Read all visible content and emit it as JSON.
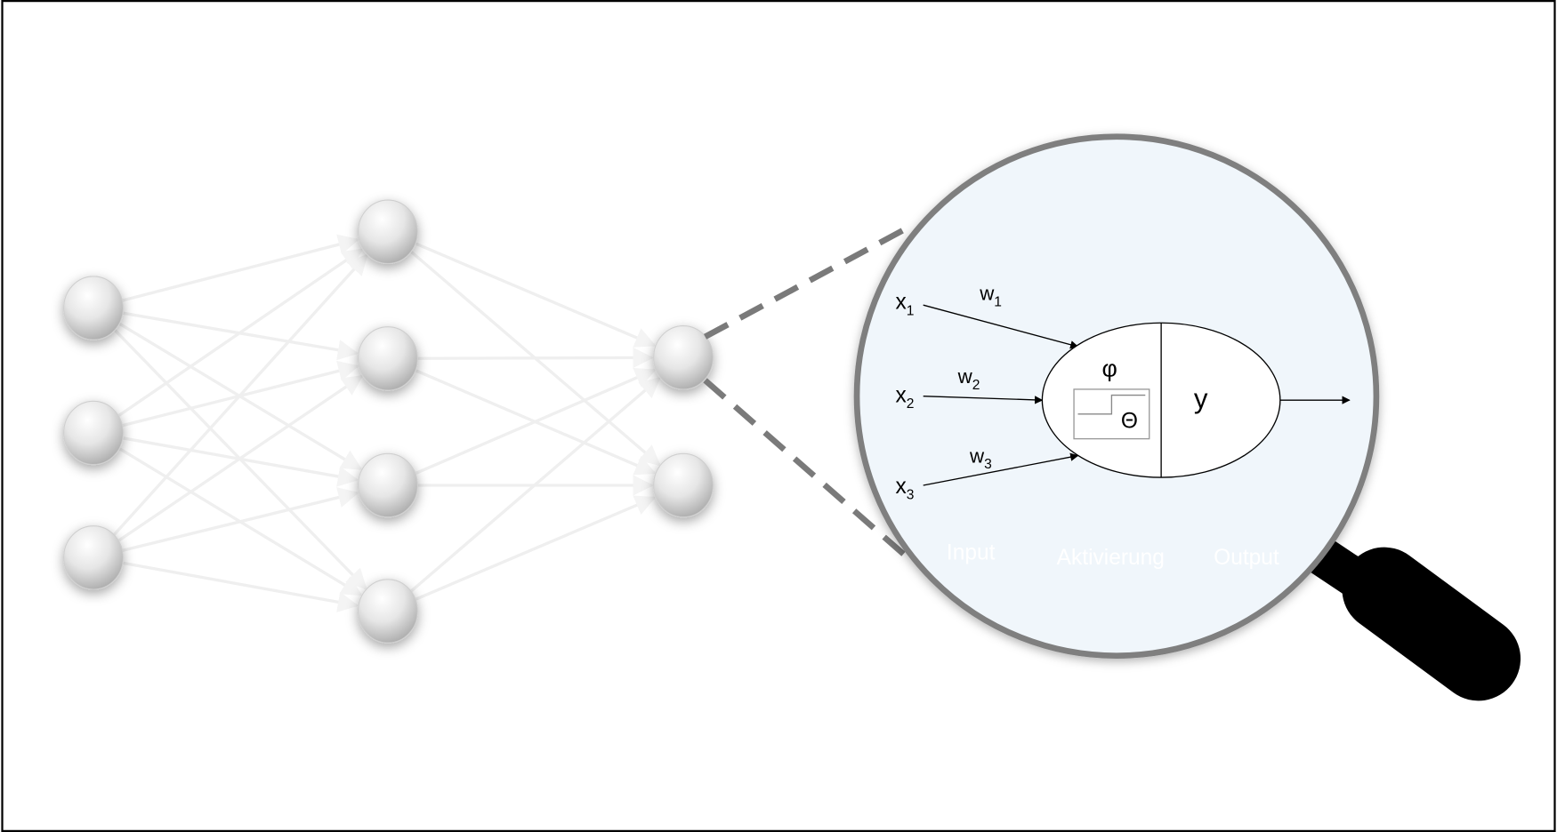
{
  "neuron": {
    "inputs": [
      {
        "label": "x",
        "sub": "1",
        "weight": "w",
        "weight_sub": "1"
      },
      {
        "label": "x",
        "sub": "2",
        "weight": "w",
        "weight_sub": "2"
      },
      {
        "label": "x",
        "sub": "3",
        "weight": "w",
        "weight_sub": "3"
      }
    ],
    "activation_symbol": "φ",
    "threshold_symbol": "Θ",
    "output_symbol": "y"
  },
  "section_labels": {
    "input": "Input",
    "activation": "Aktivierung",
    "output": "Output"
  },
  "network": {
    "layers": [
      3,
      4,
      2
    ]
  },
  "colors": {
    "lens_fill": "#f0f6fb",
    "lens_rim": "#7f7f7f",
    "handle": "#000000",
    "dash": "#7a7a7a",
    "node": "#d8d8d8"
  }
}
